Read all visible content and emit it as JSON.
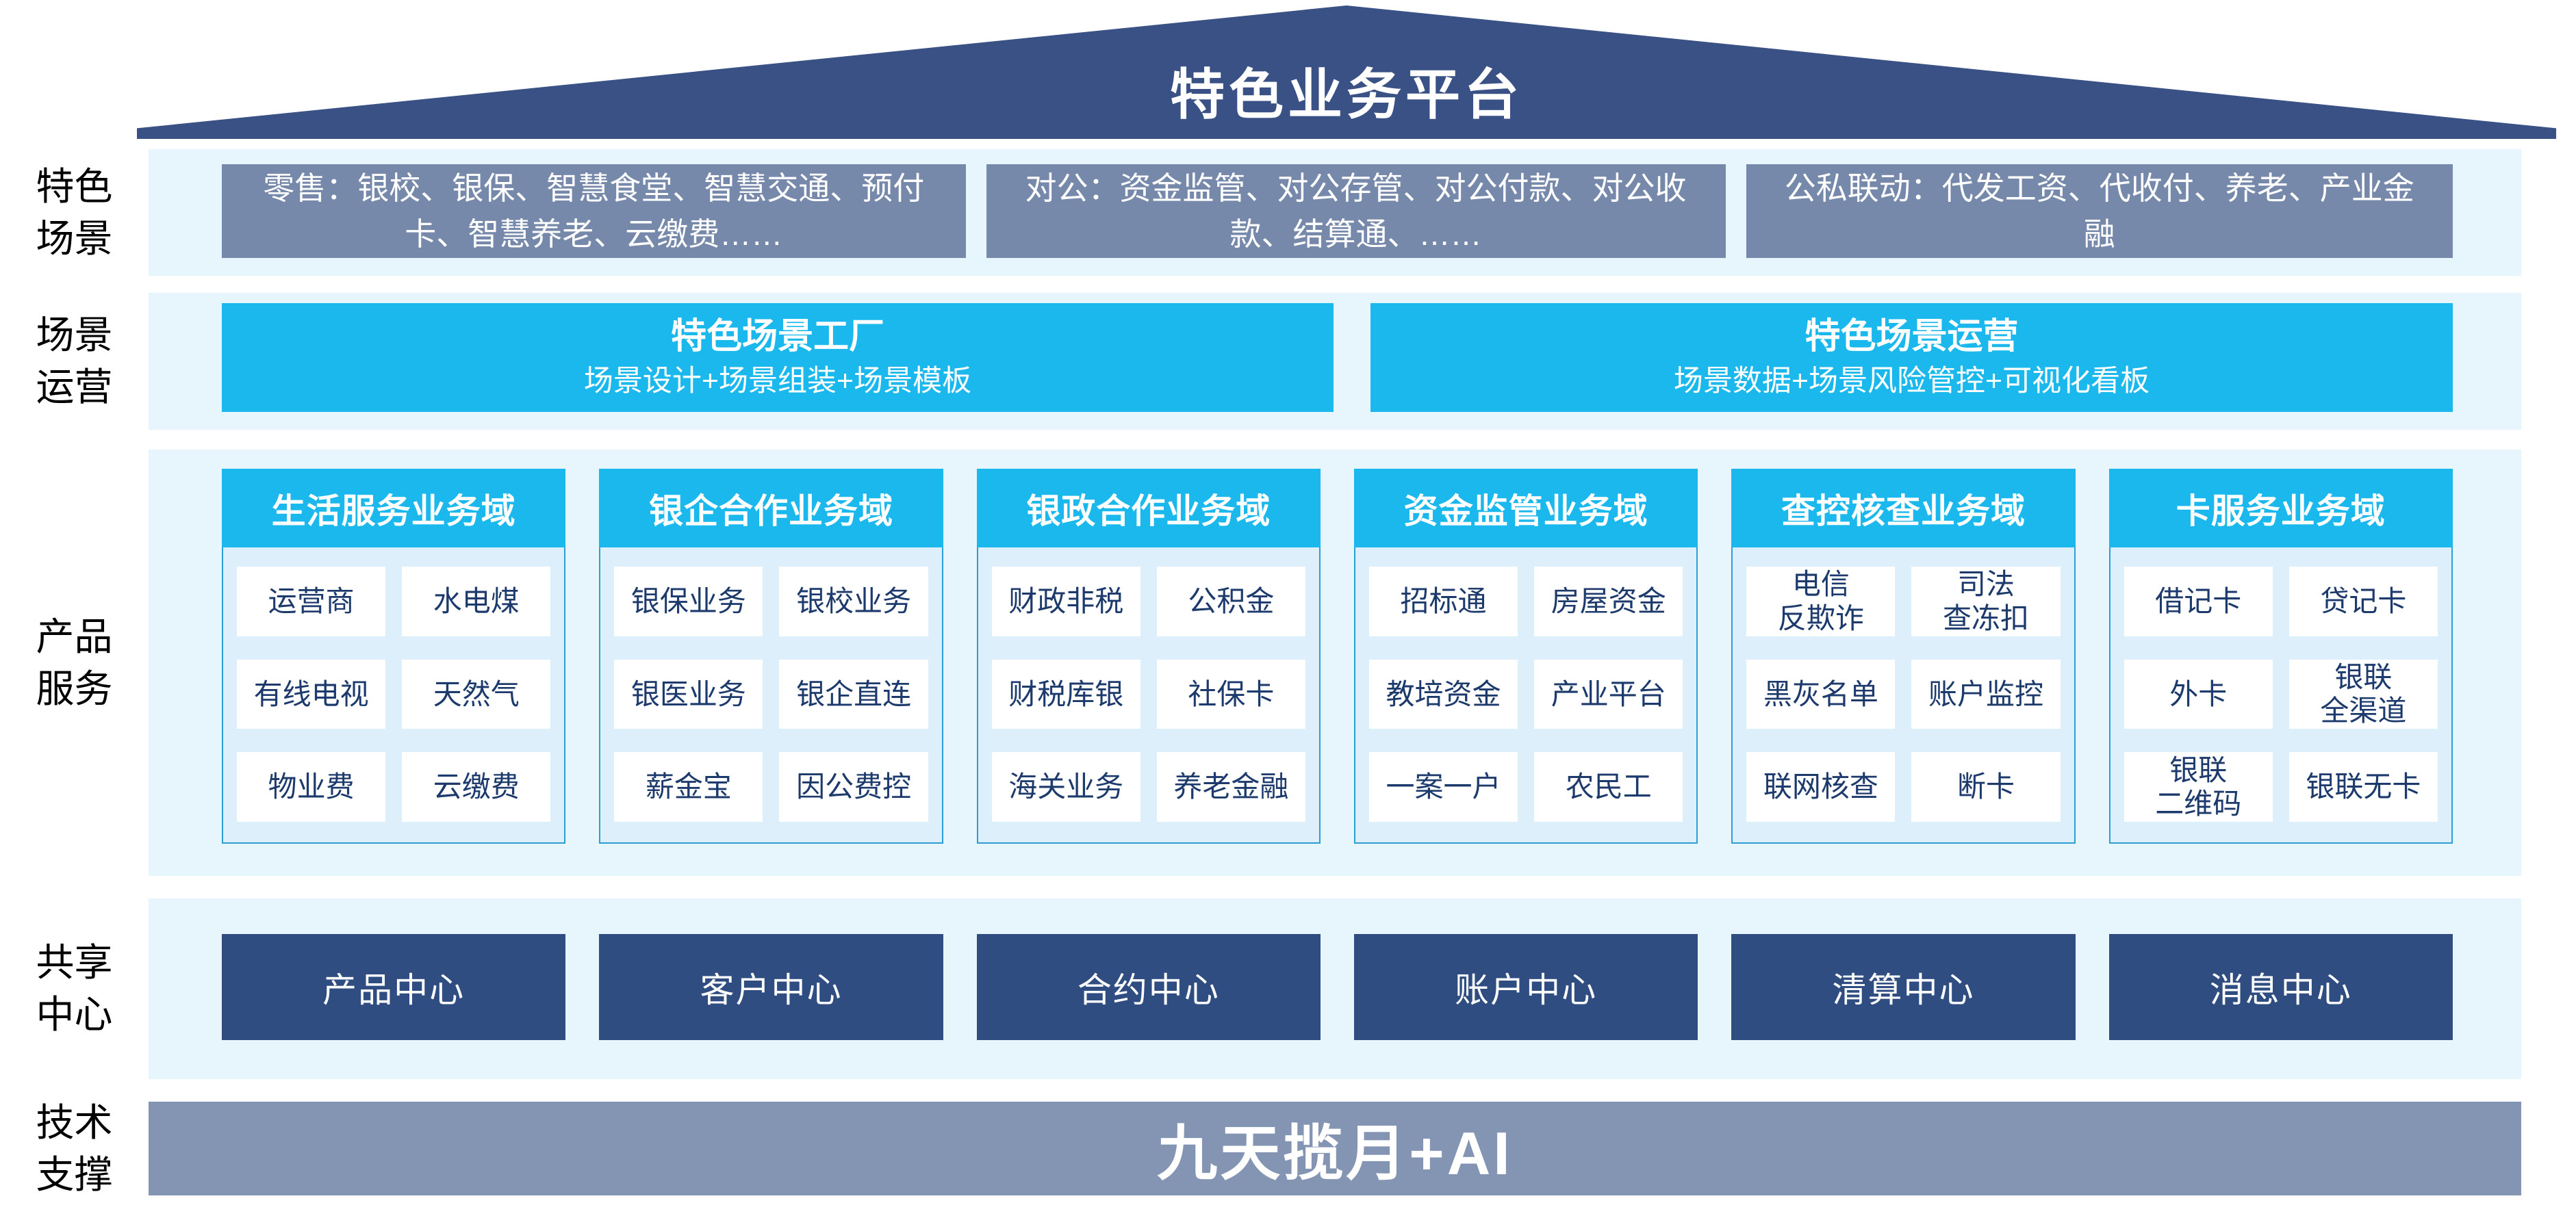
{
  "roof": {
    "title": "特色业务平台"
  },
  "side_labels": [
    {
      "text": "特色\n场景"
    },
    {
      "text": "场景\n运营"
    },
    {
      "text": "产品\n服务"
    },
    {
      "text": "共享\n中心"
    },
    {
      "text": "技术\n支撑"
    }
  ],
  "scenario_row": {
    "boxes": [
      "零售：银校、银保、智慧食堂、智慧交通、预付卡、智慧养老、云缴费……",
      "对公：资金监管、对公存管、对公付款、对公收款、结算通、……",
      "公私联动：代发工资、代收付、养老、产业金融"
    ]
  },
  "operation_row": {
    "boxes": [
      {
        "title": "特色场景工厂",
        "subtitle": "场景设计+场景组装+场景模板"
      },
      {
        "title": "特色场景运营",
        "subtitle": "场景数据+场景风险管控+可视化看板"
      }
    ]
  },
  "product_columns": [
    {
      "title": "生活服务业务域",
      "cells": [
        "运营商",
        "水电煤",
        "有线电视",
        "天然气",
        "物业费",
        "云缴费"
      ]
    },
    {
      "title": "银企合作业务域",
      "cells": [
        "银保业务",
        "银校业务",
        "银医业务",
        "银企直连",
        "薪金宝",
        "因公费控"
      ]
    },
    {
      "title": "银政合作业务域",
      "cells": [
        "财政非税",
        "公积金",
        "财税库银",
        "社保卡",
        "海关业务",
        "养老金融"
      ]
    },
    {
      "title": "资金监管业务域",
      "cells": [
        "招标通",
        "房屋资金",
        "教培资金",
        "产业平台",
        "一案一户",
        "农民工"
      ]
    },
    {
      "title": "查控核查业务域",
      "cells": [
        "电信\n反欺诈",
        "司法\n查冻扣",
        "黑灰名单",
        "账户监控",
        "联网核查",
        "断卡"
      ]
    },
    {
      "title": "卡服务业务域",
      "cells": [
        "借记卡",
        "贷记卡",
        "外卡",
        "银联\n全渠道",
        "银联\n二维码",
        "银联无卡"
      ]
    }
  ],
  "shared_centers": [
    "产品中心",
    "客户中心",
    "合约中心",
    "账户中心",
    "清算中心",
    "消息中心"
  ],
  "tech_support": {
    "title": "九天揽月+AI"
  },
  "colors": {
    "roof": "#3a5185",
    "panel_bg": "#e7f6fd",
    "scenario_box": "#7789ab",
    "cyan": "#1ab8ec",
    "column_body_bg": "#ddeffa",
    "column_border": "#2a9fd4",
    "cell_bg": "#ffffff",
    "cell_text": "#1d3a6d",
    "center_box": "#2f4d80",
    "tech_bar": "#8494b3"
  }
}
